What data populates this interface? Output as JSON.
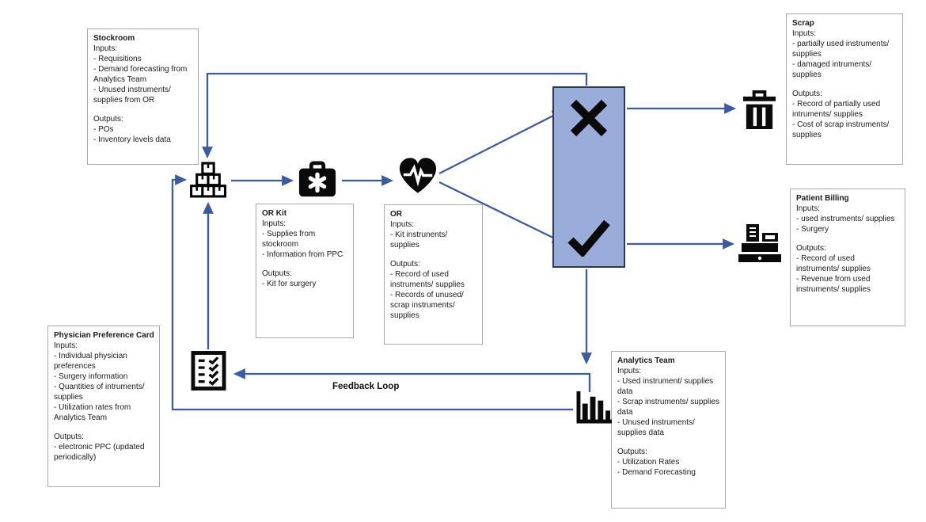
{
  "diagram": {
    "feedback_label": "Feedback Loop",
    "colors": {
      "arrow": "#3c5ba0",
      "decision_fill": "#9aacda",
      "decision_border": "#2b3a56",
      "icon": "#0a0a0a",
      "box_border": "#a9a9a9"
    },
    "icons": {
      "stockroom": "stacked-boxes-icon",
      "or_kit": "medical-kit-icon",
      "or": "heartbeat-icon",
      "decision_reject": "x-mark-icon",
      "decision_accept": "check-mark-icon",
      "scrap": "trash-icon",
      "patient_billing": "cash-register-icon",
      "ppc": "checklist-icon",
      "analytics": "bar-chart-icon"
    },
    "boxes": {
      "stockroom": {
        "title": "Stockroom",
        "lines": [
          "Inputs:",
          "- Requisitions",
          "- Demand forecasting from Analytics Team",
          "- Unused instruments/ supplies from OR",
          "",
          "Outputs:",
          "- POs",
          "- Inventory levels data"
        ]
      },
      "scrap": {
        "title": "Scrap",
        "lines": [
          "Inputs:",
          "- partially used instruments/ supplies",
          "- damaged intruments/ supplies",
          "",
          "Outputs:",
          "- Record of partially used intruments/ supplies",
          "- Cost of scrap instruments/ supplies"
        ]
      },
      "patient_billing": {
        "title": "Patient Billing",
        "lines": [
          "Inputs:",
          "- used instruments/ supplies",
          "- Surgery",
          "",
          "Outputs:",
          "- Record of used instruments/ supplies",
          "- Revenue from used instruments/ supplies"
        ]
      },
      "or_kit": {
        "title": "OR Kit",
        "lines": [
          "Inputs:",
          "- Supplies from stockroom",
          "- Information from PPC",
          "",
          "Outputs:",
          "- Kit for surgery"
        ]
      },
      "or": {
        "title": "OR",
        "lines": [
          "Inputs:",
          "- Kit instrunents/ supplies",
          "",
          "Outputs:",
          "- Record of used instruments/ supplies",
          "- Records of unused/ scrap instruments/ supplies"
        ]
      },
      "ppc": {
        "title": "Physician Preference Card",
        "lines": [
          "Inputs:",
          "- Individual physician preferences",
          "- Surgery information",
          "- Quantities of intruments/ supplies",
          "- Utilization rates from Analytics Team",
          "",
          "Outputs:",
          "- electronic PPC (updated periodically)"
        ]
      },
      "analytics": {
        "title": "Analytics Team",
        "lines": [
          "Inputs:",
          "- Used instrument/ supplies data",
          "- Scrap instruments/ supplies data",
          "- Unused instruments/ supplies data",
          "",
          "Outputs:",
          "- Utilization Rates",
          "- Demand Forecasting"
        ]
      }
    }
  }
}
